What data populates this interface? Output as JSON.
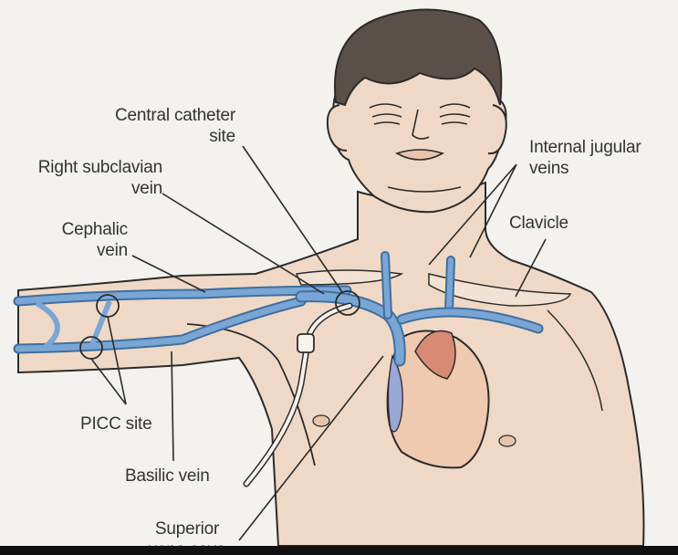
{
  "labels": {
    "central_catheter_site": [
      "Central catheter",
      "site"
    ],
    "right_subclavian_vein": [
      "Right subclavian",
      "vein"
    ],
    "cephalic_vein": [
      "Cephalic",
      "vein"
    ],
    "internal_jugular_veins": [
      "Internal jugular",
      "veins"
    ],
    "clavicle": "Clavicle",
    "picc_site": "PICC site",
    "basilic_vein": "Basilic vein",
    "superior_vena_cava": [
      "Superior",
      "vena cava"
    ]
  },
  "colors": {
    "skin": "#efd9c6",
    "vein": "#7aa6d6",
    "vein_dark": "#3f6f9f",
    "heart": "#efc9b0",
    "aorta": "#d98a72",
    "hair": "#5a4f49",
    "outline": "#2b2b2b",
    "background": "#f3f2ef"
  }
}
